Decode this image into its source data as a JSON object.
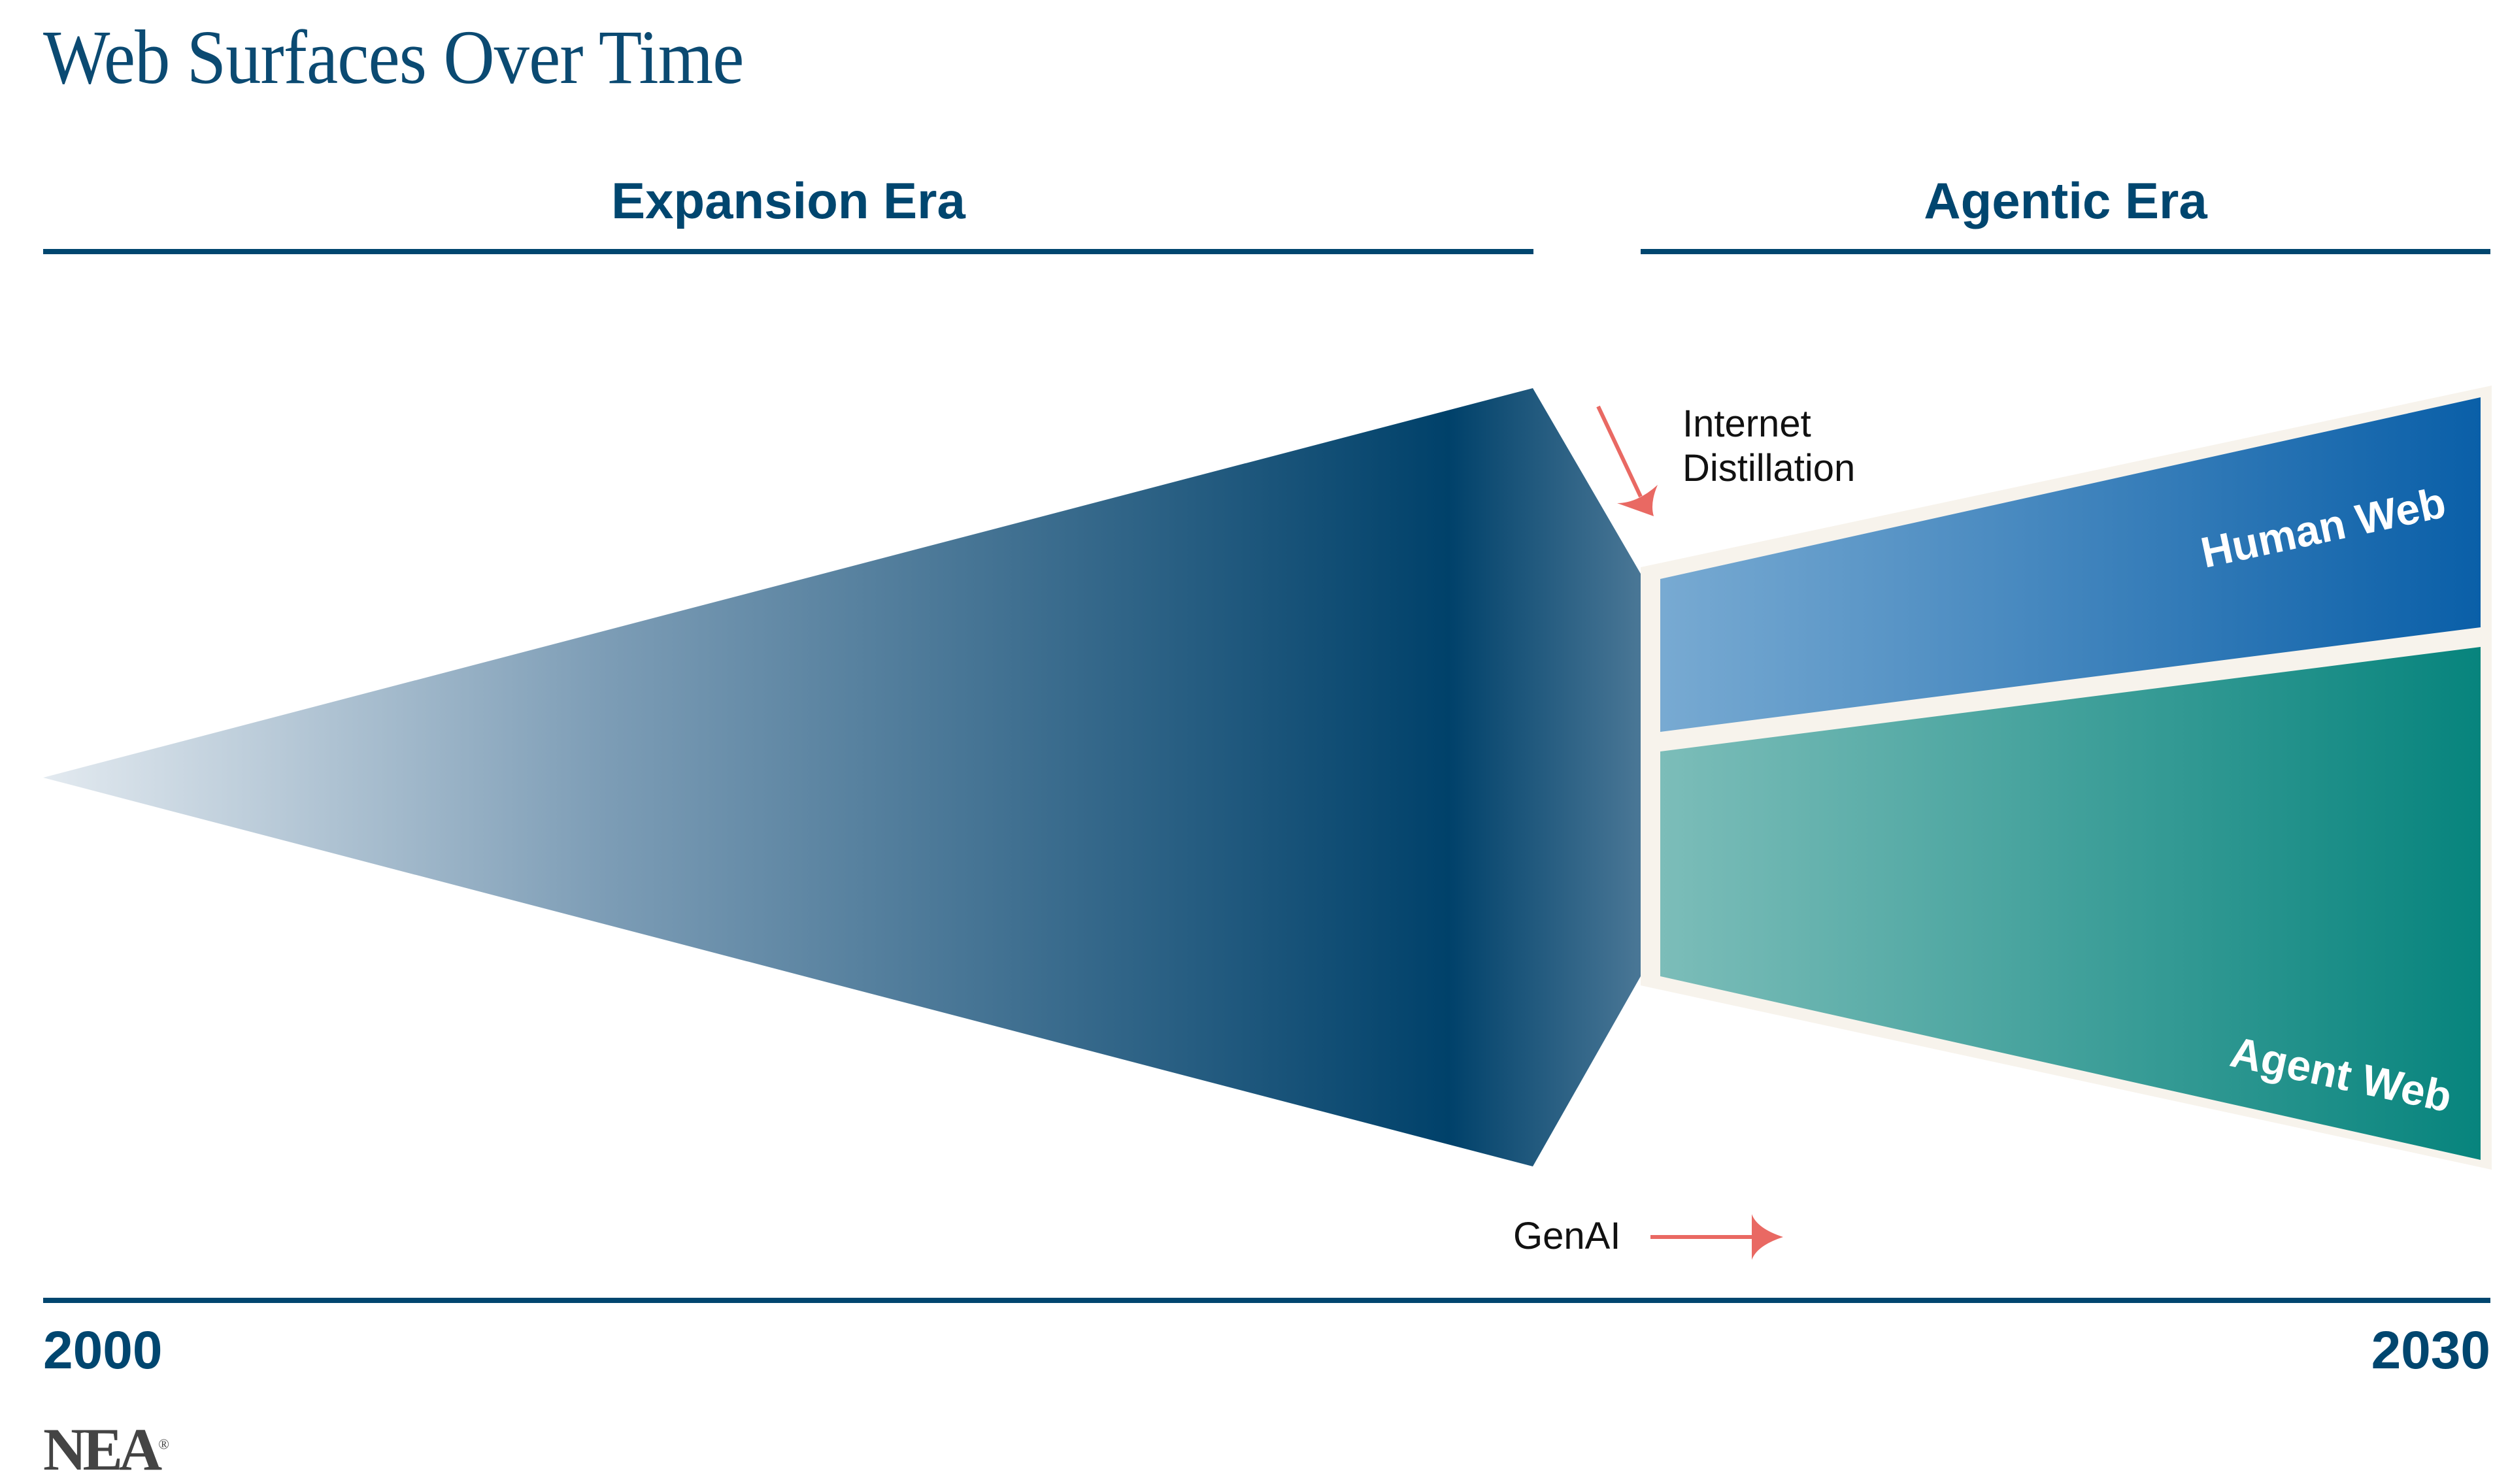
{
  "title": "Web Surfaces Over Time",
  "eras": [
    {
      "label": "Expansion Era"
    },
    {
      "label": "Agentic Era"
    }
  ],
  "annotations": {
    "distillation_line1": "Internet",
    "distillation_line2": "Distillation",
    "genai": "GenAI"
  },
  "segments": {
    "human_web": "Human Web",
    "agent_web": "Agent Web"
  },
  "timeline": {
    "start_year": "2000",
    "end_year": "2030"
  },
  "logo": {
    "text": "NEA",
    "mark": "®"
  },
  "colors": {
    "navy": "#00466f",
    "funnel_light": "#dfe7ee",
    "funnel_dark": "#00416a",
    "human_light": "#78aad2",
    "human_dark": "#0a5fa8",
    "agent_light": "#7cbdb9",
    "agent_dark": "#07847d",
    "frame": "#f7f3ec",
    "arrow": "#e96963"
  }
}
